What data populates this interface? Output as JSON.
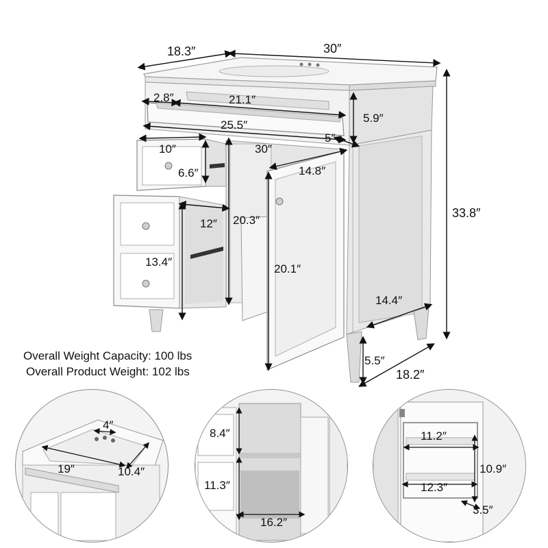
{
  "main": {
    "dims": {
      "depth_top": "18.3″",
      "width_top": "30″",
      "drawer_front_left": "2.8″",
      "drawer_inner_width": "21.1″",
      "drawer_height": "5.9″",
      "drawer_length": "25.5″",
      "drawer_side": "5″",
      "small_drawer_width": "10″",
      "cabinet_width": "30″",
      "door_width": "14.8″",
      "small_drawer_height": "6.6″",
      "total_height": "33.8″",
      "side_drawer_depth": "12″",
      "interior_height": "20.3″",
      "side_drawer_height": "13.4″",
      "door_height": "20.1″",
      "side_depth": "14.4″",
      "leg_height": "5.5″",
      "bottom_depth": "18.2″"
    },
    "spec_lines": {
      "weight_capacity": "Overall Weight Capacity: 100 lbs",
      "product_weight": "Overall Product Weight: 102 lbs"
    }
  },
  "detail_sink": {
    "faucet_spacing": "4″",
    "basin_length": "19″",
    "basin_width": "10.4″"
  },
  "detail_interior": {
    "upper_height": "8.4″",
    "lower_height": "11.3″",
    "shelf_width": "16.2″"
  },
  "detail_door": {
    "rack_top_width": "11.2″",
    "rack_height": "10.9″",
    "rack_bottom_width": "12.3″",
    "rack_depth": "3.5″"
  }
}
